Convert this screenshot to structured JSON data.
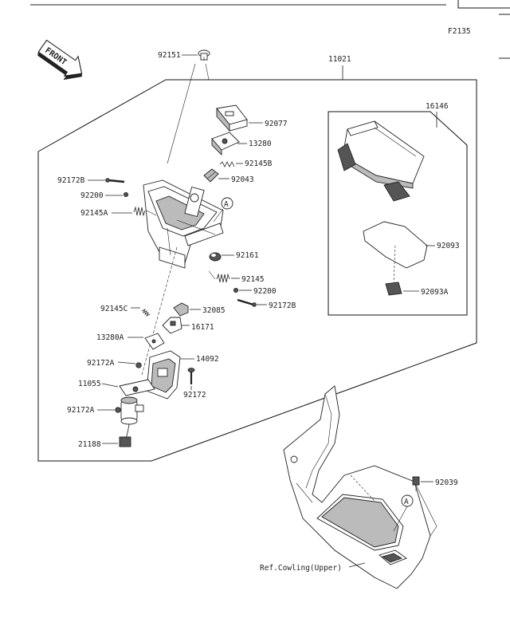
{
  "figure_code": "F2135",
  "front_label": "FRONT",
  "callout_ref": "A",
  "labels": {
    "p92151": "92151",
    "p11021": "11021",
    "p92077": "92077",
    "p13280": "13280",
    "p92145B": "92145B",
    "p92043": "92043",
    "p16146": "16146",
    "p92172B_top": "92172B",
    "p92200_top": "92200",
    "p92145A": "92145A",
    "p92161": "92161",
    "p92093": "92093",
    "p92145": "92145",
    "p92200_bot": "92200",
    "p92172B_bot": "92172B",
    "p92093A": "92093A",
    "p92145C": "92145C",
    "p32085": "32085",
    "p16171": "16171",
    "p13280A": "13280A",
    "p92172A_top": "92172A",
    "p14092": "14092",
    "p11055": "11055",
    "p92172": "92172",
    "p92172A_bot": "92172A",
    "p21188": "21188",
    "p92039": "92039",
    "ref_cowling": "Ref.Cowling(Upper)"
  }
}
